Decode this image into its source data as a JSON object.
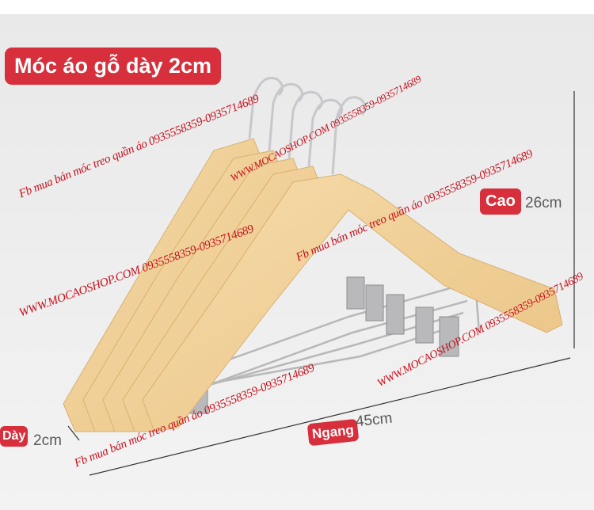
{
  "title": "Móc áo gỗ dày 2cm",
  "dimensions": {
    "height": {
      "label": "Cao",
      "value": "26cm"
    },
    "width": {
      "label": "Ngang",
      "value": "45cm"
    },
    "thickness": {
      "label": "Dày",
      "value": "2cm"
    }
  },
  "watermarks": {
    "fb": "Fb mua bán móc treo quần áo 0935558359-0935714689",
    "web": "WWW.MOCAOSHOP.COM 0935558359-0935714689"
  },
  "colors": {
    "badge": "#d7303c",
    "watermark": "#c8101c",
    "wood": "#f0cf97"
  }
}
